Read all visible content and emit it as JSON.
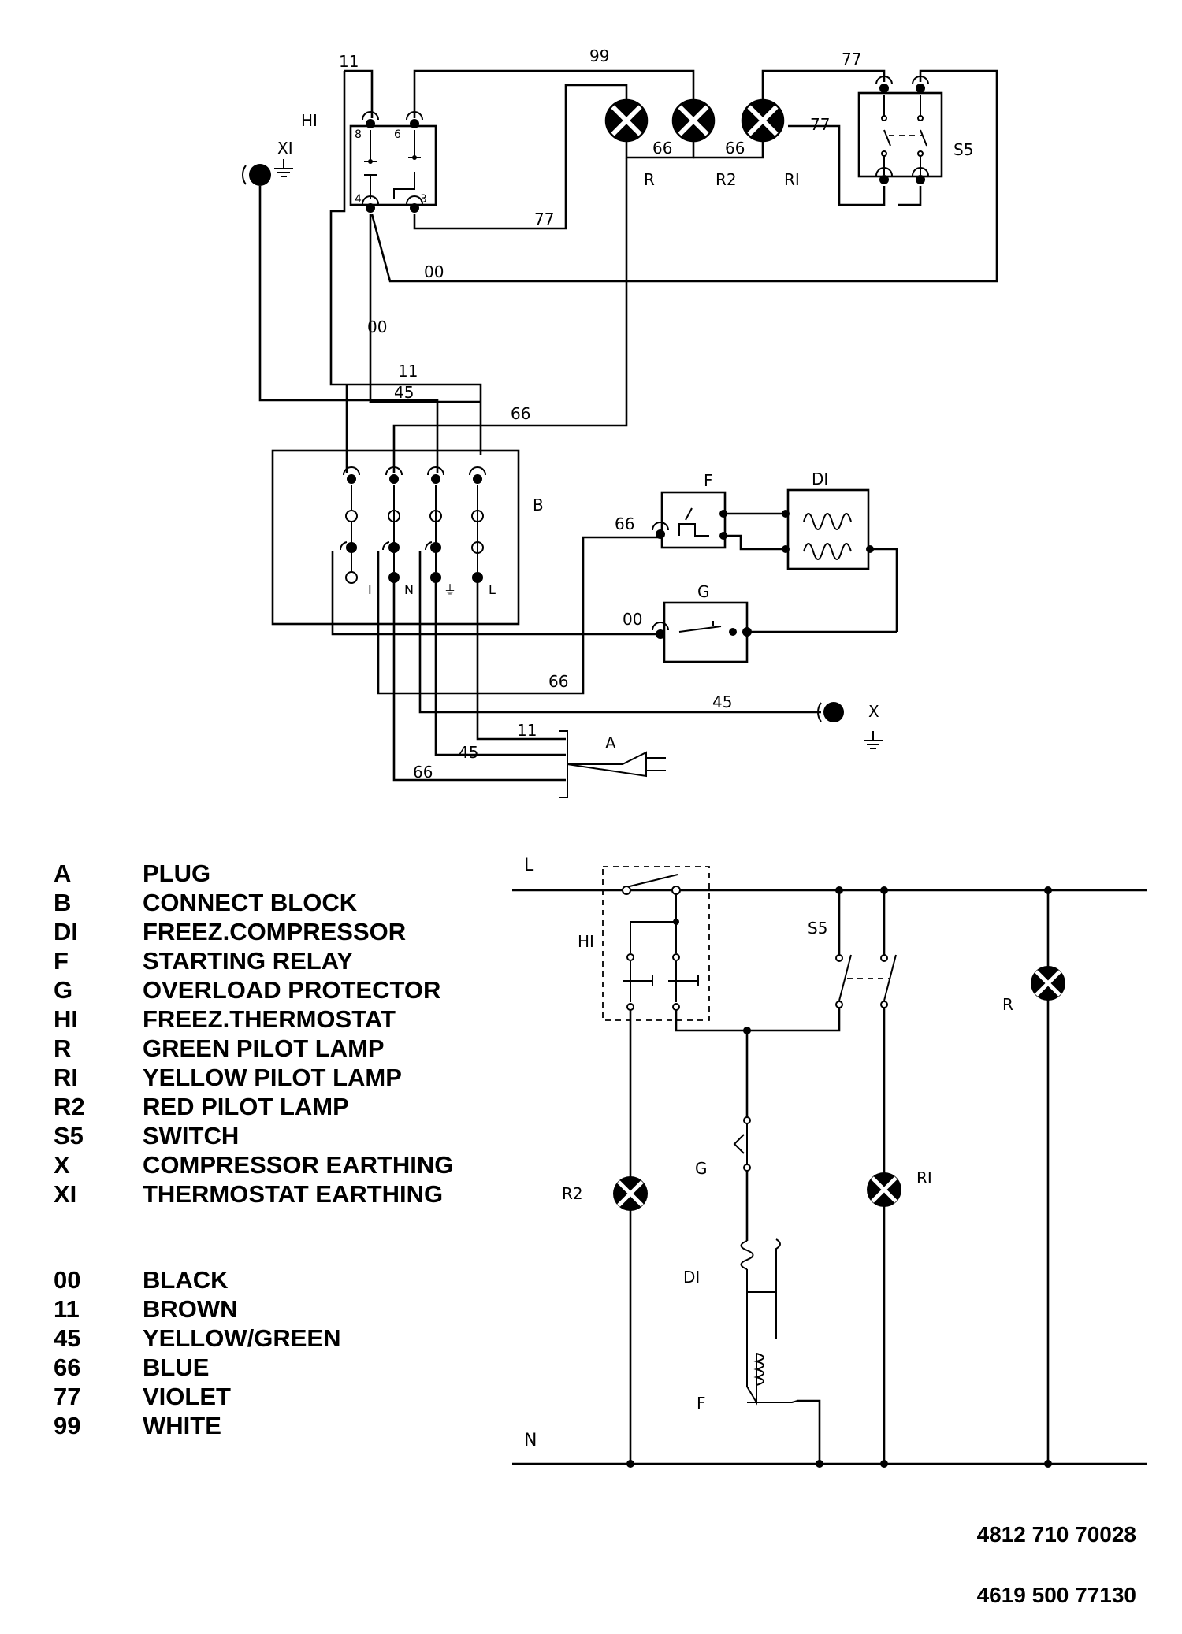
{
  "wiring": {
    "wire_labels": [
      "11",
      "99",
      "77",
      "77",
      "66",
      "66",
      "77",
      "00",
      "00",
      "11",
      "45",
      "66",
      "66",
      "00",
      "66",
      "45",
      "11",
      "45",
      "66"
    ],
    "component_tags": {
      "H1": "HI",
      "X1": "XI",
      "S5": "S5",
      "R": "R",
      "R2": "R2",
      "R1": "RI",
      "B": "B",
      "F": "F",
      "D1": "DI",
      "G": "G",
      "X": "X",
      "A": "A"
    },
    "thermostat_pins": [
      "8",
      "6",
      "4",
      "3"
    ],
    "terminal_labels": [
      "I",
      "N",
      "⏚",
      "L"
    ]
  },
  "schematic": {
    "line": "L",
    "neutral": "N",
    "labels": {
      "H1": "HI",
      "S5": "S5",
      "R": "R",
      "G": "G",
      "R2": "R2",
      "R1": "RI",
      "D1": "DI",
      "F": "F"
    }
  },
  "legend": {
    "components": [
      {
        "code": "A",
        "name": "PLUG"
      },
      {
        "code": "B",
        "name": "CONNECT BLOCK"
      },
      {
        "code": "DI",
        "name": "FREEZ.COMPRESSOR"
      },
      {
        "code": "F",
        "name": "STARTING RELAY"
      },
      {
        "code": "G",
        "name": "OVERLOAD PROTECTOR"
      },
      {
        "code": "HI",
        "name": "FREEZ.THERMOSTAT"
      },
      {
        "code": "R",
        "name": "GREEN PILOT LAMP"
      },
      {
        "code": "RI",
        "name": "YELLOW PILOT LAMP"
      },
      {
        "code": "R2",
        "name": "RED PILOT LAMP"
      },
      {
        "code": "S5",
        "name": "SWITCH"
      },
      {
        "code": "X",
        "name": "COMPRESSOR EARTHING"
      },
      {
        "code": "XI",
        "name": "THERMOSTAT EARTHING"
      }
    ],
    "wire_colors": [
      {
        "code": "00",
        "name": "BLACK"
      },
      {
        "code": "11",
        "name": "BROWN"
      },
      {
        "code": "45",
        "name": "YELLOW/GREEN"
      },
      {
        "code": "66",
        "name": "BLUE"
      },
      {
        "code": "77",
        "name": "VIOLET"
      },
      {
        "code": "99",
        "name": "WHITE"
      }
    ]
  },
  "doc_numbers": [
    "4812 710 70028",
    "4619 500 77130"
  ]
}
